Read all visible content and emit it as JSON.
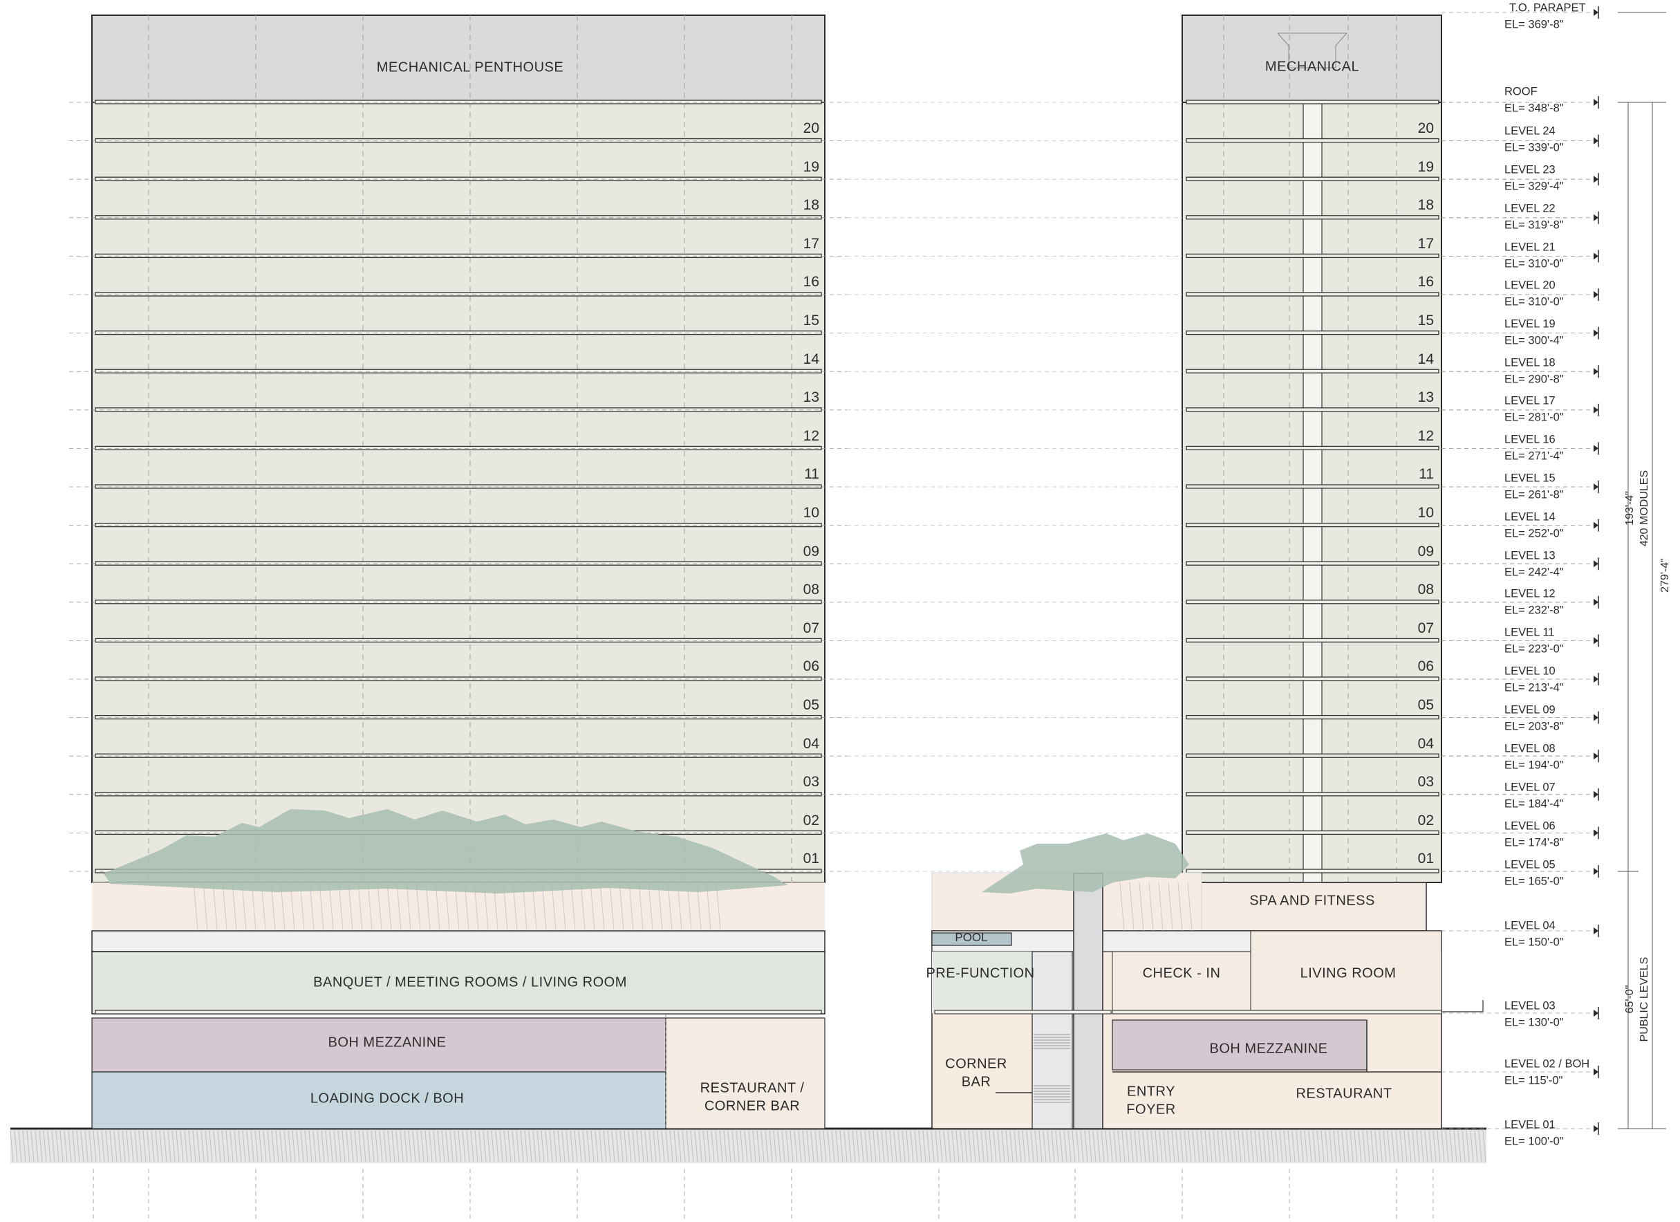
{
  "west_tower": {
    "penthouse_label": "MECHANICAL PENTHOUSE",
    "floor_numbers": [
      "20",
      "19",
      "18",
      "17",
      "16",
      "15",
      "14",
      "13",
      "12",
      "11",
      "10",
      "09",
      "08",
      "07",
      "06",
      "05",
      "04",
      "03",
      "02",
      "01"
    ],
    "podium_rooms": {
      "banquet": "BANQUET / MEETING ROOMS / LIVING ROOM",
      "boh_mezzanine": "BOH MEZZANINE",
      "loading_dock": "LOADING DOCK / BOH",
      "restaurant_line1": "RESTAURANT /",
      "restaurant_line2": "CORNER BAR"
    }
  },
  "east_tower": {
    "mechanical_label": "MECHANICAL",
    "floor_numbers": [
      "20",
      "19",
      "18",
      "17",
      "16",
      "15",
      "14",
      "13",
      "12",
      "11",
      "10",
      "09",
      "08",
      "07",
      "06",
      "05",
      "04",
      "03",
      "02",
      "01"
    ],
    "podium_rooms": {
      "spa": "SPA AND FITNESS",
      "pool": "POOL",
      "pre_function": "PRE-FUNCTION",
      "check_in": "CHECK - IN",
      "living_room": "LIVING ROOM",
      "boh_mezzanine": "BOH MEZZANINE",
      "corner_bar_line1": "CORNER",
      "corner_bar_line2": "BAR",
      "entry_line1": "ENTRY",
      "entry_line2": "FOYER",
      "restaurant": "RESTAURANT"
    }
  },
  "levels": [
    {
      "name": "T.O. PARAPET",
      "elevation": "EL= 369'-8\""
    },
    {
      "name": "ROOF",
      "elevation": "EL= 348'-8\""
    },
    {
      "name": "LEVEL 24",
      "elevation": "EL= 339'-0\""
    },
    {
      "name": "LEVEL 23",
      "elevation": "EL= 329'-4\""
    },
    {
      "name": "LEVEL 22",
      "elevation": "EL= 319'-8\""
    },
    {
      "name": "LEVEL 21",
      "elevation": "EL= 310'-0\""
    },
    {
      "name": "LEVEL 20",
      "elevation": "EL= 310'-0\""
    },
    {
      "name": "LEVEL 19",
      "elevation": "EL= 300'-4\""
    },
    {
      "name": "LEVEL 18",
      "elevation": "EL= 290'-8\""
    },
    {
      "name": "LEVEL 17",
      "elevation": "EL= 281'-0\""
    },
    {
      "name": "LEVEL 16",
      "elevation": "EL= 271'-4\""
    },
    {
      "name": "LEVEL 15",
      "elevation": "EL= 261'-8\""
    },
    {
      "name": "LEVEL 14",
      "elevation": "EL= 252'-0\""
    },
    {
      "name": "LEVEL 13",
      "elevation": "EL= 242'-4\""
    },
    {
      "name": "LEVEL 12",
      "elevation": "EL= 232'-8\""
    },
    {
      "name": "LEVEL 11",
      "elevation": "EL= 223'-0\""
    },
    {
      "name": "LEVEL 10",
      "elevation": "EL= 213'-4\""
    },
    {
      "name": "LEVEL 09",
      "elevation": "EL= 203'-8\""
    },
    {
      "name": "LEVEL 08",
      "elevation": "EL= 194'-0\""
    },
    {
      "name": "LEVEL 07",
      "elevation": "EL= 184'-4\""
    },
    {
      "name": "LEVEL 06",
      "elevation": "EL= 174'-8\""
    },
    {
      "name": "LEVEL 05",
      "elevation": "EL= 165'-0\""
    },
    {
      "name": "LEVEL 04",
      "elevation": "EL= 150'-0\""
    },
    {
      "name": "LEVEL 03",
      "elevation": "EL= 130'-0\""
    },
    {
      "name": "LEVEL 02  / BOH",
      "elevation": "EL= 115'-0\""
    },
    {
      "name": "LEVEL 01",
      "elevation": "EL= 100'-0\""
    }
  ],
  "dimensions": {
    "tower_height": "193'-4\"",
    "tower_modules": "420 MODULES",
    "overall_height": "279'-4\"",
    "podium_height": "65'-0\"",
    "podium_label": "PUBLIC LEVELS"
  },
  "colors": {
    "tower_fill": "#e8e7e0",
    "penthouse_fill": "#d9dadc",
    "banquet_fill": "#dfe6de",
    "boh_mezzanine_fill": "#d6c8d1",
    "loading_dock_fill": "#c6d6de",
    "restaurant_fill": "#f4ebe2",
    "pre_function_fill": "#e2e8e0",
    "pool_fill": "#b3c4ca",
    "foliage": "#a7bdb0"
  }
}
